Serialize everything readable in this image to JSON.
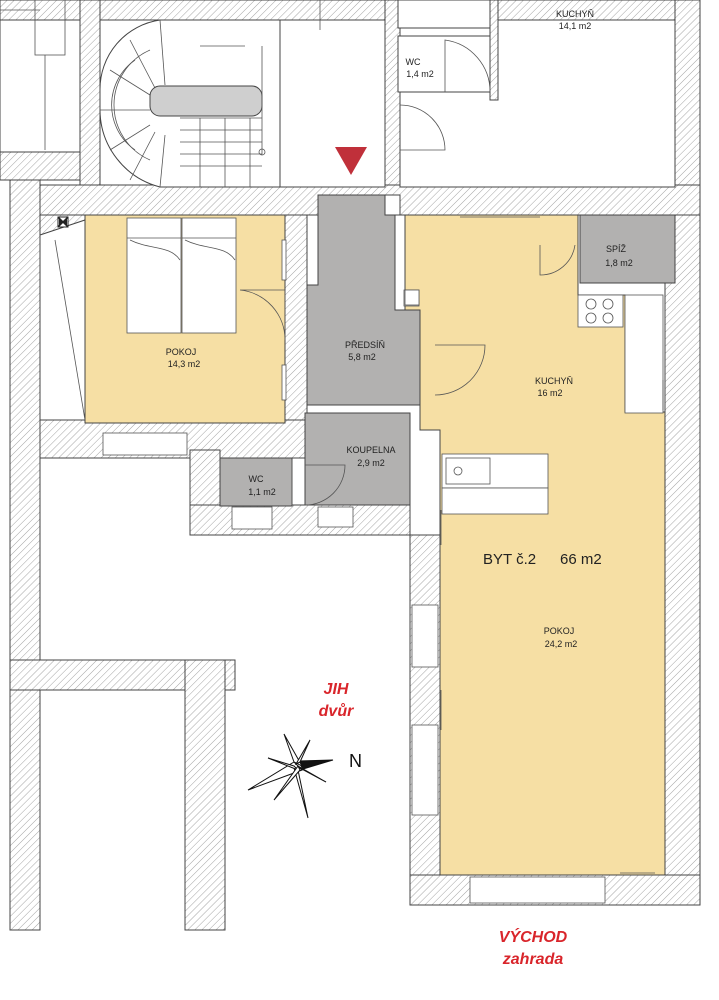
{
  "colors": {
    "living": "#f6dfa4",
    "service": "#b2b1b0",
    "entrance_marker": "#c0303a",
    "direction_text": "#d9252b"
  },
  "apartment": {
    "name": "BYT č.2",
    "area": "66 m2"
  },
  "rooms": {
    "kuchyn_upper": {
      "name": "KUCHYŇ",
      "area": "14,1 m2"
    },
    "wc_upper": {
      "name": "WC",
      "area": "1,4 m2"
    },
    "pokoj_west": {
      "name": "POKOJ",
      "area": "14,3 m2"
    },
    "predsin": {
      "name": "PŘEDSÍŇ",
      "area": "5,8 m2"
    },
    "spiz": {
      "name": "SPÍŽ",
      "area": "1,8 m2"
    },
    "kuchyn": {
      "name": "KUCHYŇ",
      "area": "16 m2"
    },
    "koupelna": {
      "name": "KOUPELNA",
      "area": "2,9  m2"
    },
    "wc": {
      "name": "WC",
      "area": "1,1 m2"
    },
    "pokoj_east": {
      "name": "POKOJ",
      "area": "24,2 m2"
    }
  },
  "directions": {
    "south_label": "JIH",
    "south_sub": "dvůr",
    "east_label": "VÝCHOD",
    "east_sub": "zahrada",
    "north_letter": "N"
  },
  "icons": [
    "entrance-arrow-icon",
    "compass-star-icon",
    "chimney-icon"
  ]
}
